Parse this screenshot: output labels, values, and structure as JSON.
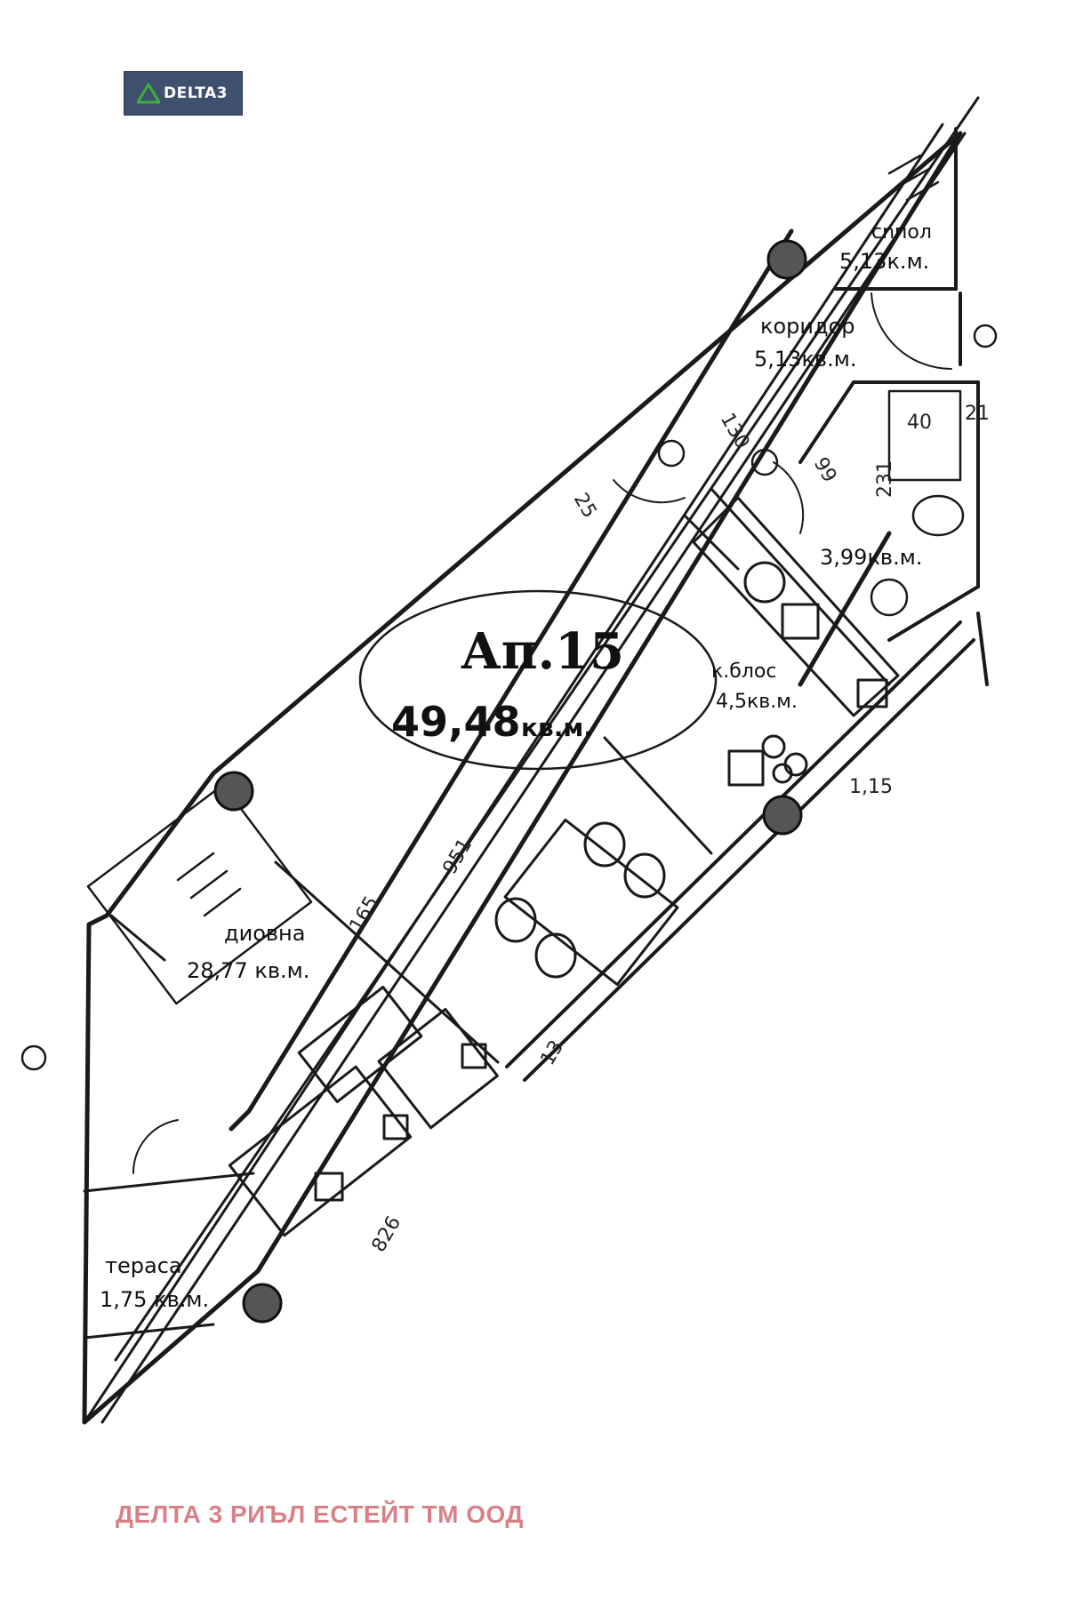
{
  "logo": {
    "text": "DELTA3",
    "color": "#3f4f6e",
    "accent": "#3fae3f"
  },
  "apartment": {
    "name": "Ап.15",
    "area": "49,48",
    "unit": "кв.м."
  },
  "rooms": {
    "sanitary": {
      "name": "сnпол",
      "area": "5,13к.м."
    },
    "corridor": {
      "name": "коридор",
      "area": "5,13кв.м."
    },
    "bathroom": {
      "area": "3,99кв.м."
    },
    "kitchen": {
      "name": "к.блос",
      "area": "4,5кв.м."
    },
    "living": {
      "name": "диовна",
      "area": "28,77 кв.м."
    },
    "terrace": {
      "name": "тераса",
      "area": "1,75 кв.м."
    }
  },
  "dimensions": {
    "d130": "130",
    "d25": "25",
    "d99": "99",
    "d231": "231",
    "d40": "40",
    "d21": "21",
    "d951": "951",
    "d165": "165",
    "d15": "1,15",
    "d13": "13",
    "d826": "826"
  },
  "company": {
    "name": "ДЕЛТА 3 РИЪЛ ЕСТЕЙТ ТМ ООД",
    "color": "#d88088"
  }
}
